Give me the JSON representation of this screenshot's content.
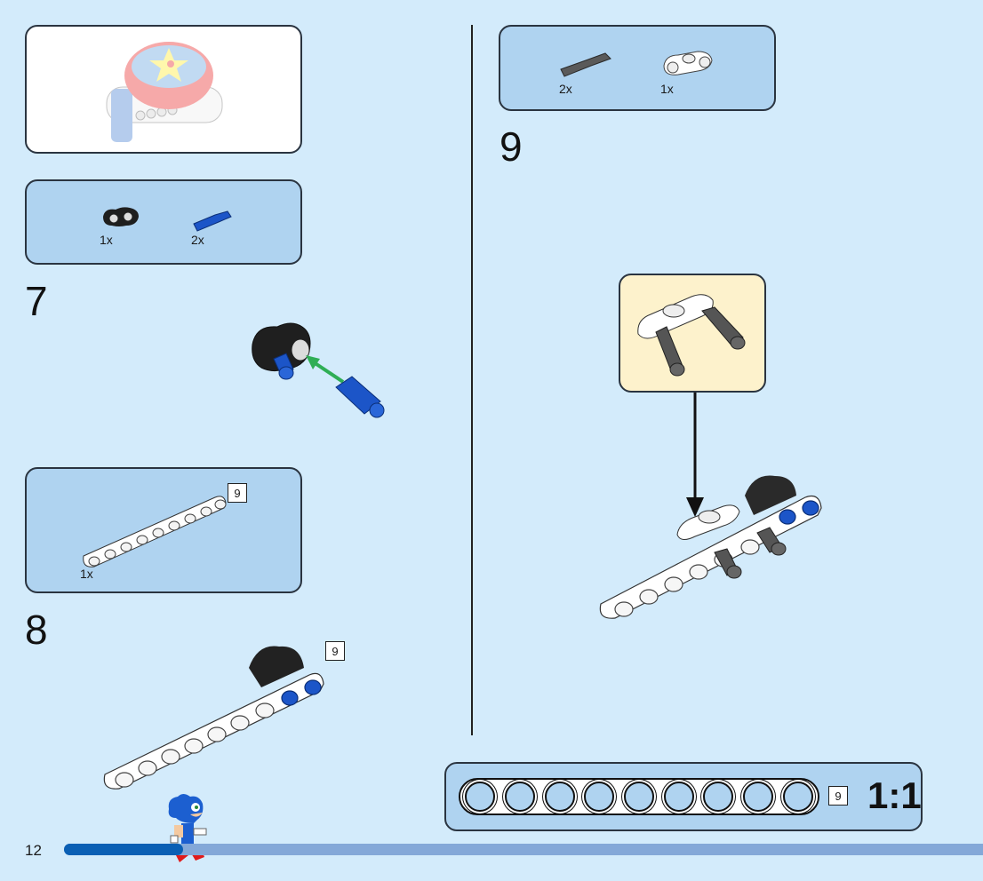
{
  "page": {
    "page_number": "12",
    "progress_percent": 13
  },
  "overview": {
    "description": "completed model preview (faded)"
  },
  "steps": [
    {
      "number": "7",
      "parts": [
        {
          "name": "black-axle-connector",
          "qty": "1x",
          "color": "#1e1e1e"
        },
        {
          "name": "blue-axle-pin",
          "qty": "2x",
          "color": "#1c55c8"
        }
      ]
    },
    {
      "number": "8",
      "parts": [
        {
          "name": "white-beam-9",
          "qty": "1x",
          "length": "9",
          "color": "#ffffff"
        }
      ],
      "callout_length": "9"
    },
    {
      "number": "9",
      "parts": [
        {
          "name": "dark-grey-axle-pin",
          "qty": "2x",
          "color": "#5a5a5a"
        },
        {
          "name": "white-pin-connector",
          "qty": "1x",
          "color": "#ffffff"
        }
      ]
    }
  ],
  "scale_ruler": {
    "length": "9",
    "label": "1:1"
  },
  "colors": {
    "background": "#d3ebfb",
    "parts_panel": "#afd3f0",
    "subassembly_panel": "#fdf2cc",
    "progress_dark": "#0a5fb4",
    "progress_light": "#84a8d8",
    "arrow_green": "#2fae55"
  }
}
